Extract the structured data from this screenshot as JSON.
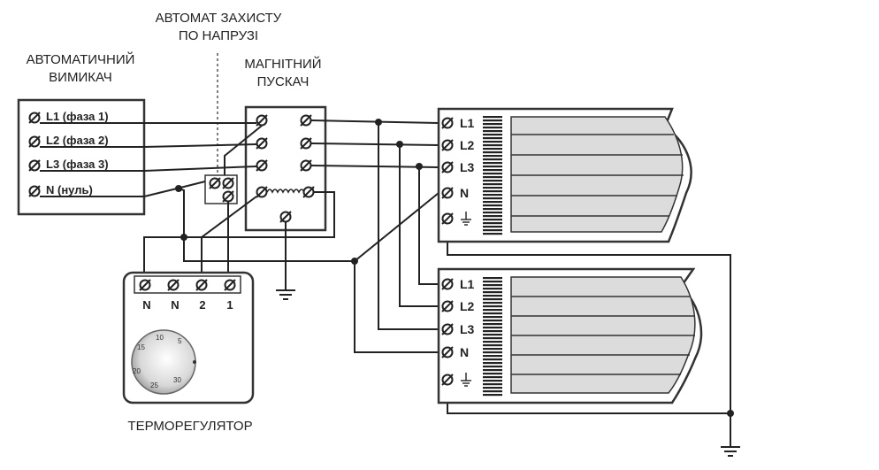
{
  "labels": {
    "breaker": [
      "АВТОМАТИЧНИЙ",
      "ВИМИКАЧ"
    ],
    "protection": [
      "АВТОМАТ ЗАХИСТУ",
      "ПО НАПРУЗІ"
    ],
    "starter": [
      "МАГНІТНИЙ",
      "ПУСКАЧ"
    ],
    "thermostat": "ТЕРМОРЕГУЛЯТОР"
  },
  "breaker_terminals": [
    "L1 (фаза 1)",
    "L2 (фаза 2)",
    "L3 (фаза 3)",
    "N (нуль)"
  ],
  "heater_terminals": [
    "L1",
    "L2",
    "L3",
    "N"
  ],
  "thermostat_terminals": [
    "N",
    "N",
    "2",
    "1"
  ],
  "dial_marks": [
    "5",
    "10",
    "15",
    "20",
    "25",
    "30"
  ],
  "colors": {
    "line": "#222222",
    "fin_fill": "#dcdcdc",
    "frame": "#333333"
  }
}
